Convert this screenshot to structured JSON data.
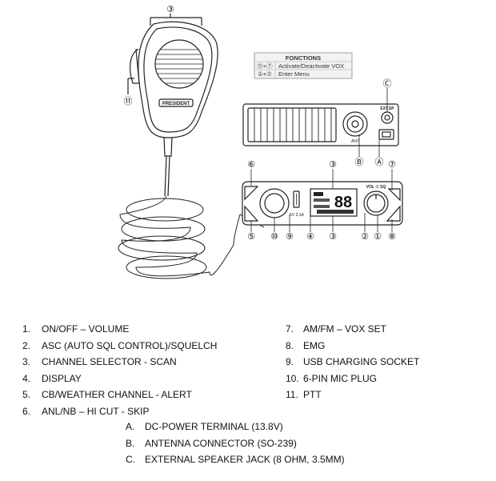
{
  "diagram": {
    "callouts": {
      "mic_top": "③",
      "mic_side": "⑪",
      "ext_sp_callout": "Ⓒ",
      "ant_callout": "Ⓑ",
      "dc_callout": "Ⓐ",
      "front_top_left": "⑥",
      "front_top_display": "③",
      "front_top_right": "⑦",
      "front_bottom": [
        "⑤",
        "⑩",
        "⑨",
        "④",
        "③",
        "②",
        "①",
        "⑧"
      ]
    },
    "functions_box": {
      "title": "FONCTIONS",
      "rows": [
        {
          "keys": "⑪+⑦",
          "label": "Activate/Deactivate VOX"
        },
        {
          "keys": "①+⑦",
          "label": "Enter Menu"
        }
      ]
    },
    "rear_panel": {
      "ext_sp_label": "EXT.SP",
      "ant_label": "ANT"
    },
    "front_panel": {
      "display_digits": "88",
      "vol_sq_label": "VOL ☉ SQ",
      "usb_label": "5V 2.1A",
      "mic_brand": "PRESIDENT"
    }
  },
  "legend": {
    "left": [
      {
        "num": "1.",
        "text": "ON/OFF – VOLUME"
      },
      {
        "num": "2.",
        "text": "ASC (AUTO SQL CONTROL)/SQUELCH"
      },
      {
        "num": "3.",
        "text": "CHANNEL SELECTOR - SCAN"
      },
      {
        "num": "4.",
        "text": "DISPLAY"
      },
      {
        "num": "5.",
        "text": "CB/WEATHER CHANNEL - ALERT"
      },
      {
        "num": "6.",
        "text": "ANL/NB – HI CUT - SKIP"
      }
    ],
    "right": [
      {
        "num": "7.",
        "text": "AM/FM – VOX SET"
      },
      {
        "num": "8.",
        "text": "EMG"
      },
      {
        "num": "9.",
        "text": "USB CHARGING SOCKET"
      },
      {
        "num": "10.",
        "text": "6-PIN MIC PLUG"
      },
      {
        "num": "11.",
        "text": "PTT"
      }
    ],
    "lettered": [
      {
        "num": "A.",
        "text": "DC-POWER TERMINAL (13.8V)"
      },
      {
        "num": "B.",
        "text": "ANTENNA CONNECTOR (SO-239)"
      },
      {
        "num": "C.",
        "text": "EXTERNAL SPEAKER JACK (8 OHM, 3.5MM)"
      }
    ]
  }
}
